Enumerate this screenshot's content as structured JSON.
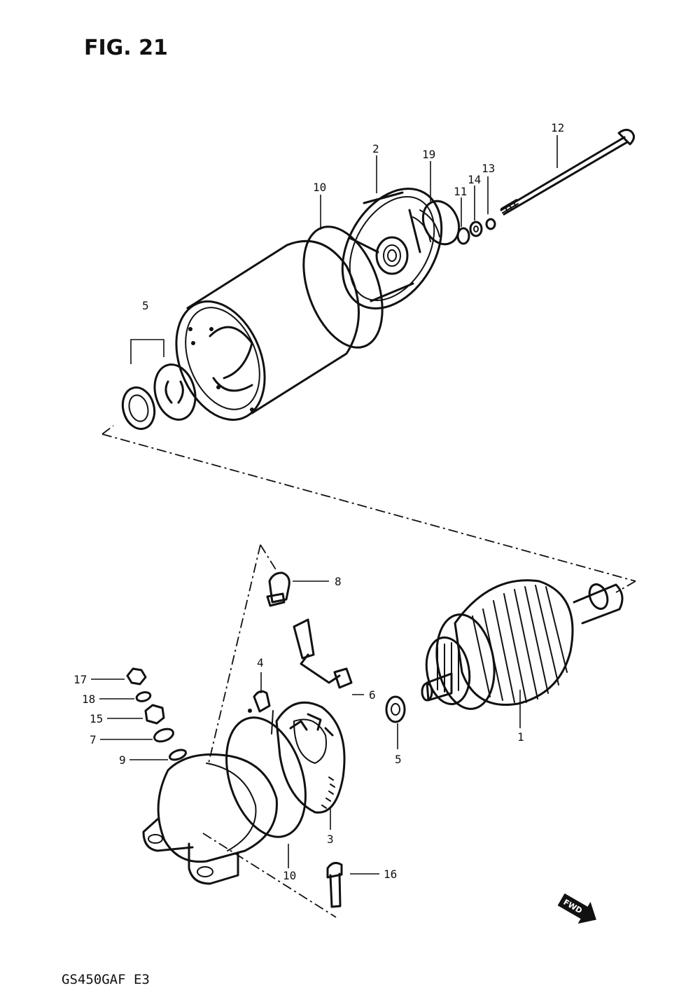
{
  "figure": {
    "title": "FIG. 21",
    "footer": "GS450GAF  E3",
    "direction_badge": "FWD"
  },
  "callouts": {
    "c12": "12",
    "c2": "2",
    "c19": "19",
    "c13": "13",
    "c14": "14",
    "c11": "11",
    "c10_top": "10",
    "c5_top": "5",
    "c8": "8",
    "c17": "17",
    "c18": "18",
    "c15": "15",
    "c7": "7",
    "c9": "9",
    "c4": "4",
    "c6": "6",
    "c5_bottom": "5",
    "c1": "1",
    "c3": "3",
    "c10_bottom": "10",
    "c16": "16"
  }
}
